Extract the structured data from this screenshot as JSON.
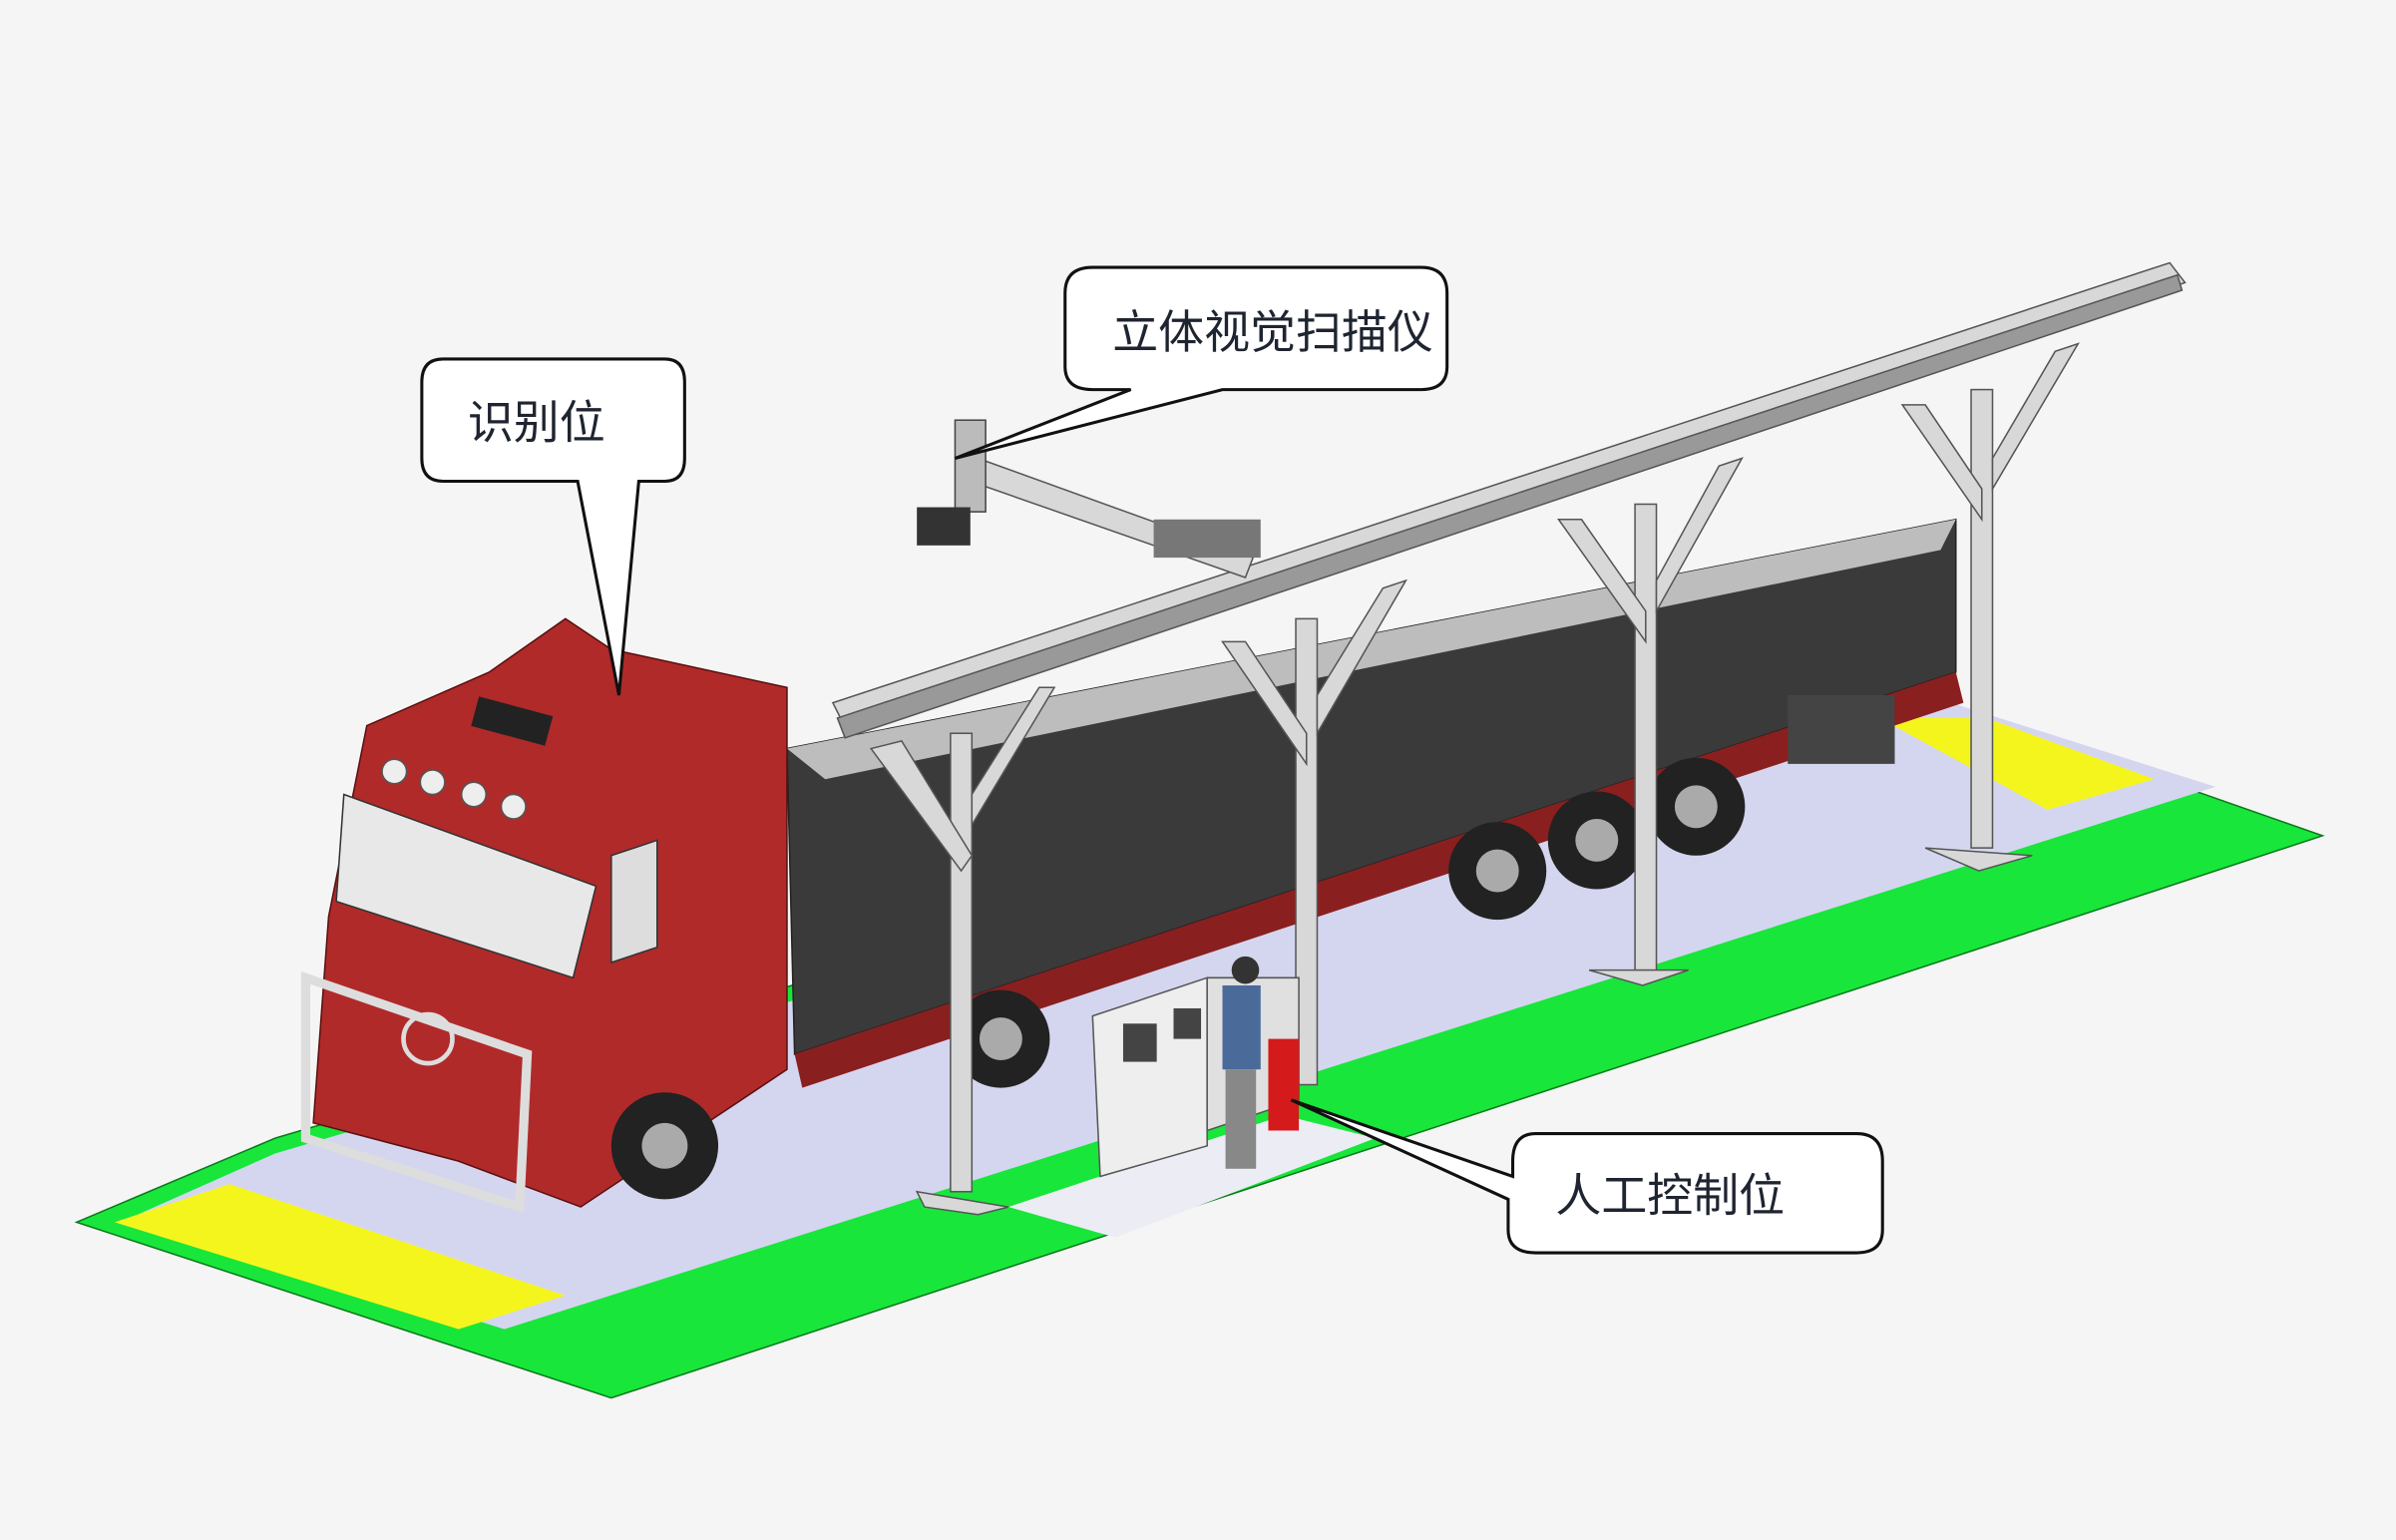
{
  "callouts": {
    "recognition": "识别位",
    "scanner": "立体视觉扫描仪",
    "manual_control": "人工控制位"
  },
  "colors": {
    "background": "#f5f5f5",
    "platform_green": "#19e63a",
    "pad_yellow": "#f5f51e",
    "lane": "#d4d6f0",
    "truck_red": "#b02a2a",
    "trailer_dark": "#3a3a3a",
    "frame_gray": "#d8d8d8"
  }
}
